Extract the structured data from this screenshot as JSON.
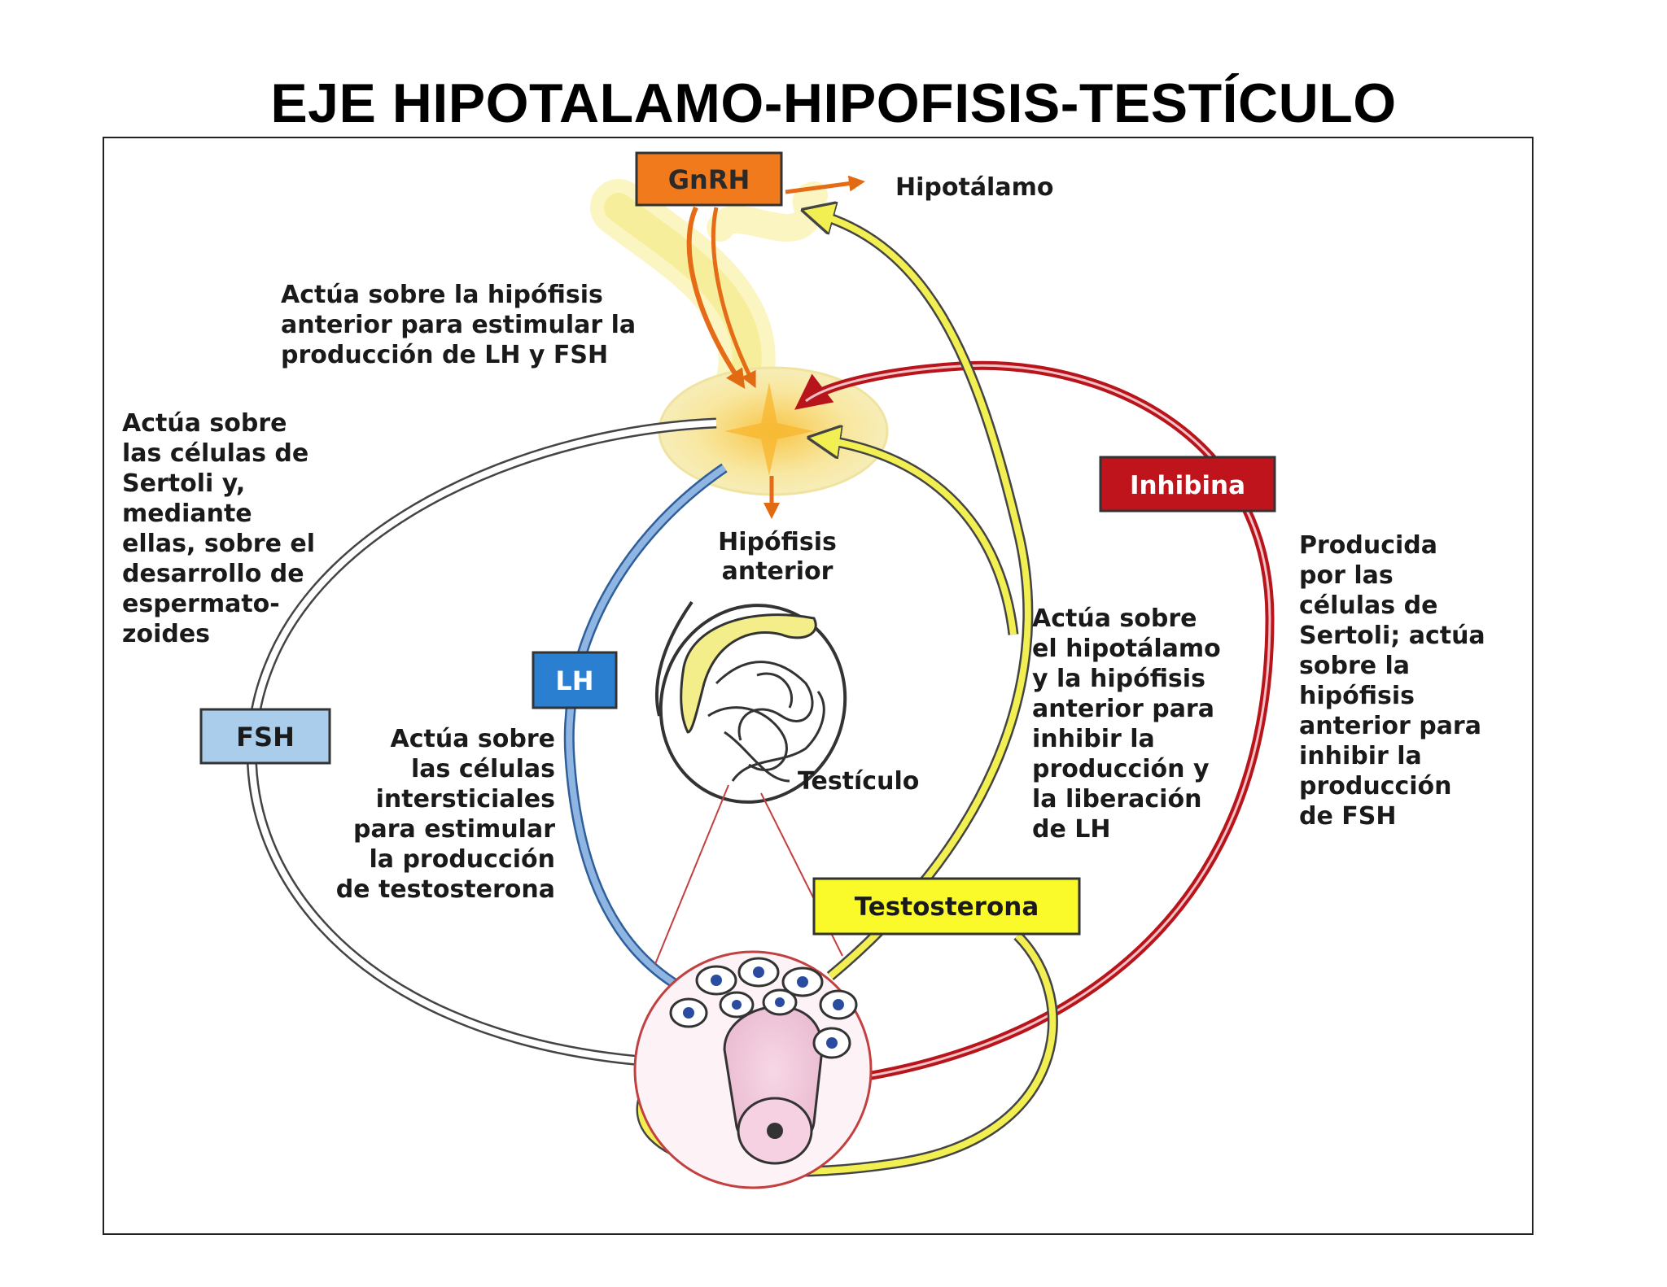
{
  "title": "EJE HIPOTALAMO-HIPOFISIS-TESTÍCULO",
  "hormones": {
    "gnrh": "GnRH",
    "lh": "LH",
    "fsh": "FSH",
    "inhibina": "Inhibina",
    "testosterona": "Testosterona"
  },
  "organs": {
    "hipotalamo": "Hipotálamo",
    "hipofisis": [
      "Hipófisis",
      "anterior"
    ],
    "testiculo": "Testículo"
  },
  "annotations": {
    "gnrh_action": [
      "Actúa sobre la hipófisis",
      "anterior para estimular la",
      "producción de LH y FSH"
    ],
    "fsh_action": [
      "Actúa sobre",
      "las células de",
      "Sertoli y,",
      "mediante",
      "ellas, sobre el",
      "desarrollo de",
      "espermato-",
      "zoides"
    ],
    "lh_action": [
      "Actúa sobre",
      "las células",
      "intersticiales",
      "para estimular",
      "la producción",
      "de testosterona"
    ],
    "testosterona_action": [
      "Actúa sobre",
      "el hipotálamo",
      "y la hipófisis",
      "anterior para",
      "inhibir la",
      "producción y",
      "la liberación",
      "de LH"
    ],
    "inhibina_action": [
      "Producida",
      "por las",
      "células de",
      "Sertoli; actúa",
      "sobre la",
      "hipófisis",
      "anterior para",
      "inhibir la",
      "producción",
      "de FSH"
    ]
  },
  "colors": {
    "gnrh": "#f07a1c",
    "lh": "#2a7fd1",
    "fsh": "#a9cdea",
    "inhibina": "#c0141c",
    "testosterona": "#fafa2a",
    "pathway_yellow": "#f2ef52",
    "pathway_red": "#b8141c",
    "pathway_blue": "#6c9ed6"
  }
}
